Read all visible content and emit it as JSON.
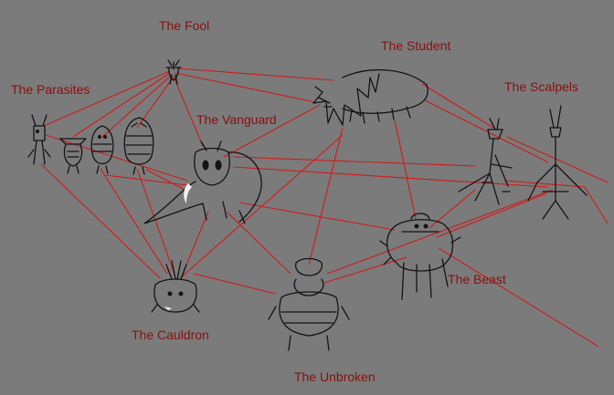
{
  "nodes": {
    "fool": {
      "label": "The Fool"
    },
    "student": {
      "label": "The Student"
    },
    "parasites": {
      "label": "The Parasites"
    },
    "scalpels": {
      "label": "The Scalpels"
    },
    "vanguard": {
      "label": "The Vanguard"
    },
    "beast": {
      "label": "The Beast"
    },
    "cauldron": {
      "label": "The Cauldron"
    },
    "unbroken": {
      "label": "The Unbroken"
    }
  },
  "colors": {
    "background": "#7b7b7b",
    "edge": "#d11a1a",
    "label": "#8b0f0f",
    "ink": "#141414"
  }
}
